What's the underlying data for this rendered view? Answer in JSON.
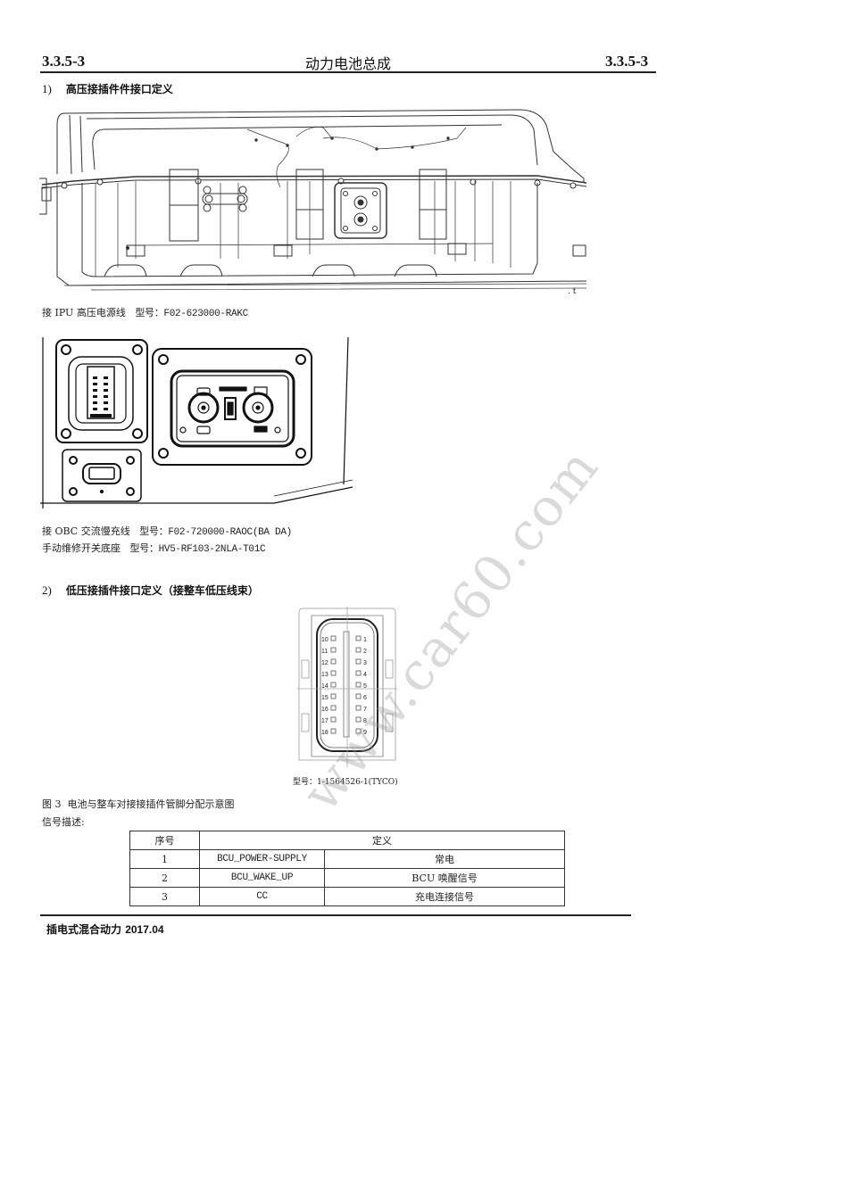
{
  "header": {
    "section_left": "3.3.5-3",
    "title": "动力电池总成",
    "section_right": "3.3.5-3"
  },
  "section1": {
    "number": "1)",
    "heading": "高压接插件件接口定义",
    "figure1": {
      "caption_label": "接 IPU 高压电源线",
      "caption_model": "型号：F02-623000-RAKC",
      "corner_mark": ". t"
    },
    "figure2": {
      "caption1_label": "接 OBC 交流慢充线",
      "caption1_model": "型号：F02-720000-RAOC(BA DA)",
      "caption2_label": "手动维修开关底座",
      "caption2_model": "型号：HV5-RF103-2NLA-T01C"
    }
  },
  "section2": {
    "number": "2)",
    "heading": "低压接插件接口定义（接整车低压线束）",
    "connector": {
      "left_pins": [
        "10",
        "11",
        "12",
        "13",
        "14",
        "15",
        "16",
        "17",
        "18"
      ],
      "right_pins": [
        "1",
        "2",
        "3",
        "4",
        "5",
        "6",
        "7",
        "8",
        "9"
      ],
      "model": "型号：1-1564526-1(TYCO)"
    },
    "figure_caption": "图 3  电池与整车对接接插件管脚分配示意图",
    "signal_label": "信号描述:"
  },
  "signal_table": {
    "headers": [
      "序号",
      "定义"
    ],
    "rows": [
      {
        "no": "1",
        "signal": "BCU_POWER-SUPPLY",
        "desc": "常电"
      },
      {
        "no": "2",
        "signal": "BCU_WAKE_UP",
        "desc": "BCU 唤醒信号"
      },
      {
        "no": "3",
        "signal": "CC",
        "desc": "充电连接信号"
      }
    ]
  },
  "footer": {
    "text": "插电式混合动力",
    "date": "2017.04"
  },
  "watermark": "www.car60.com"
}
